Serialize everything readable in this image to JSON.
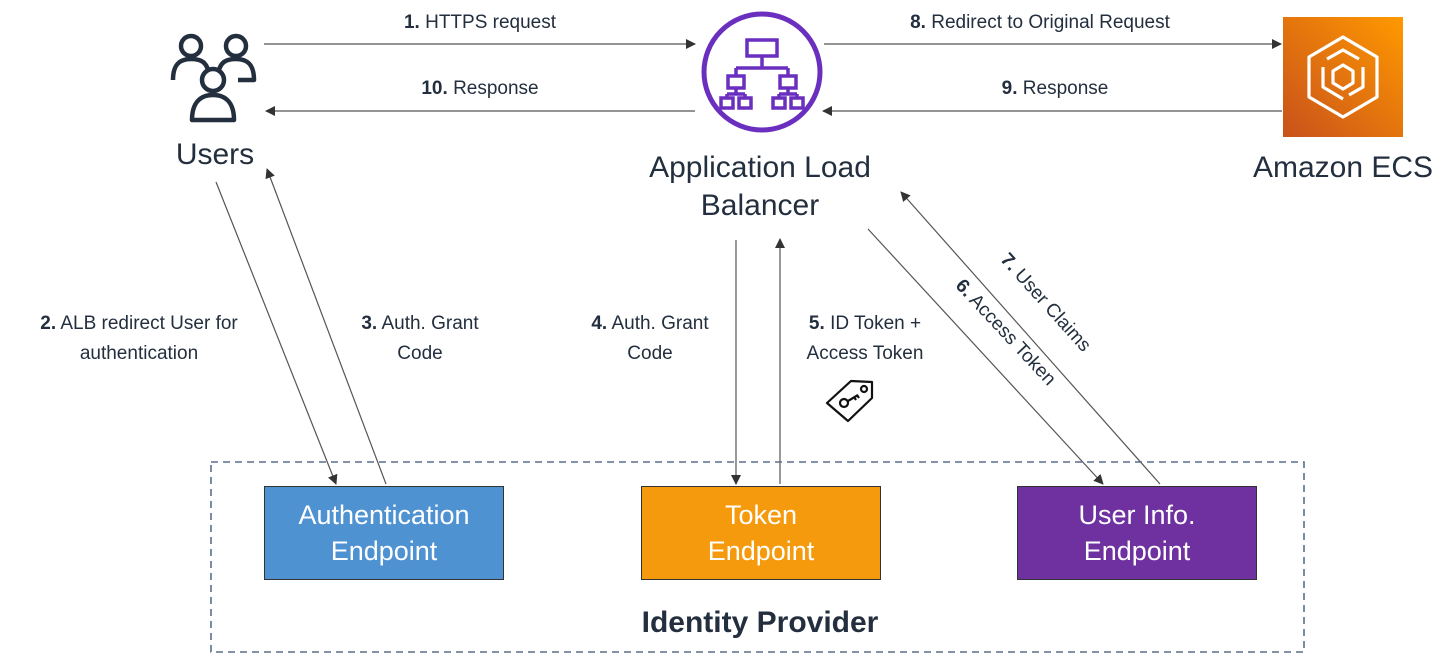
{
  "nodes": {
    "users": "Users",
    "alb": "Application Load\nBalancer",
    "ecs": "Amazon ECS"
  },
  "steps": {
    "s1": {
      "num": "1.",
      "text": "HTTPS request"
    },
    "s2": {
      "num": "2.",
      "text": "ALB redirect User for\nauthentication"
    },
    "s3": {
      "num": "3.",
      "text": "Auth. Grant\nCode"
    },
    "s4": {
      "num": "4.",
      "text": "Auth. Grant\nCode"
    },
    "s5": {
      "num": "5.",
      "text": "ID Token +\nAccess Token"
    },
    "s6": {
      "num": "6.",
      "text": "Access Token"
    },
    "s7": {
      "num": "7.",
      "text": "User Claims"
    },
    "s8": {
      "num": "8.",
      "text": "Redirect to Original Request"
    },
    "s9": {
      "num": "9.",
      "text": "Response"
    },
    "s10": {
      "num": "10.",
      "text": "Response"
    }
  },
  "endpoints": {
    "auth": "Authentication\nEndpoint",
    "token": "Token\nEndpoint",
    "userinfo": "User Info.\nEndpoint"
  },
  "group_label": "Identity Provider",
  "colors": {
    "auth": "#4f92d2",
    "token": "#f59a0c",
    "userinfo": "#7031a0",
    "alb_purple": "#6b2fbf",
    "ecs_orange": "#ef7b1a",
    "line": "#444444",
    "dashed": "#5a6f8a"
  },
  "icons": [
    "users-icon",
    "load-balancer-icon",
    "ecs-icon",
    "token-tag-icon"
  ]
}
